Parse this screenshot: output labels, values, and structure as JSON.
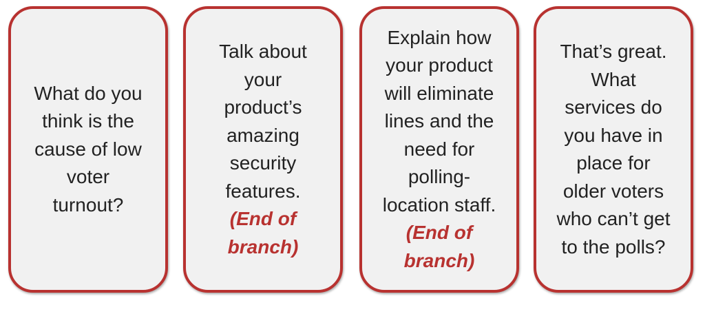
{
  "cards": [
    {
      "text": "What do you think is the cause of low voter turnout?",
      "note": ""
    },
    {
      "text": "Talk about your product’s amazing security features.",
      "note": "(End of branch)"
    },
    {
      "text": "Explain how your product will eliminate lines and the need for polling-location staff.",
      "note": "(End of branch)"
    },
    {
      "text": "That’s great. What services do you have in place for older voters who can’t get to the polls?",
      "note": ""
    }
  ],
  "colors": {
    "accent": "#b83230",
    "card_bg": "#f1f1f1"
  }
}
